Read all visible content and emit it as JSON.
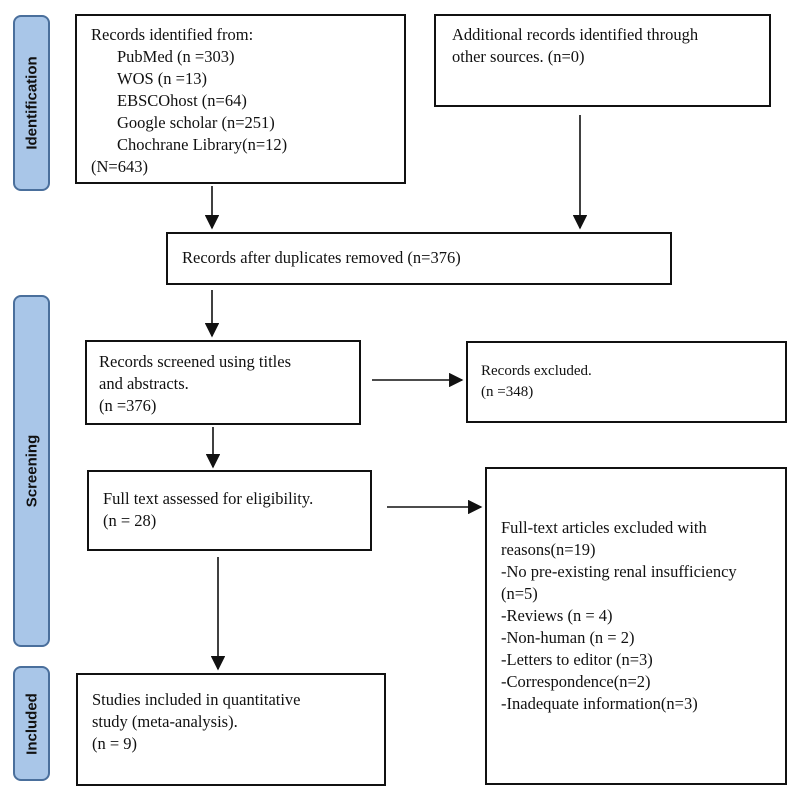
{
  "phases": {
    "identification": "Identification",
    "screening": "Screening",
    "included": "Included"
  },
  "boxes": {
    "records_identified": {
      "title": "Records identified from:",
      "lines": [
        "PubMed (n =303)",
        "WOS (n =13)",
        "EBSCOhost (n=64)",
        "Google scholar (n=251)",
        "Chochrane Library(n=12)"
      ],
      "total": "(N=643)"
    },
    "additional_records": {
      "lines": [
        "Additional records identified through",
        "other sources. (n=0)"
      ]
    },
    "after_duplicates": {
      "text": "Records after duplicates removed (n=376)"
    },
    "screened": {
      "lines": [
        "Records screened using titles",
        "and abstracts.",
        "(n =376)"
      ]
    },
    "excluded": {
      "lines": [
        "Records excluded.",
        "(n =348)"
      ]
    },
    "full_text": {
      "lines": [
        "Full text assessed for eligibility.",
        "(n = 28)"
      ]
    },
    "fulltext_excluded": {
      "lines": [
        "Full-text articles excluded with",
        "reasons(n=19)",
        "-No pre-existing renal insufficiency",
        "(n=5)",
        "-Reviews (n = 4)",
        "-Non-human (n = 2)",
        "-Letters to editor (n=3)",
        "-Correspondence(n=2)",
        "-Inadequate information(n=3)"
      ]
    },
    "included_studies": {
      "lines": [
        "Studies included in quantitative",
        "study (meta-analysis).",
        "(n = 9)"
      ]
    }
  }
}
